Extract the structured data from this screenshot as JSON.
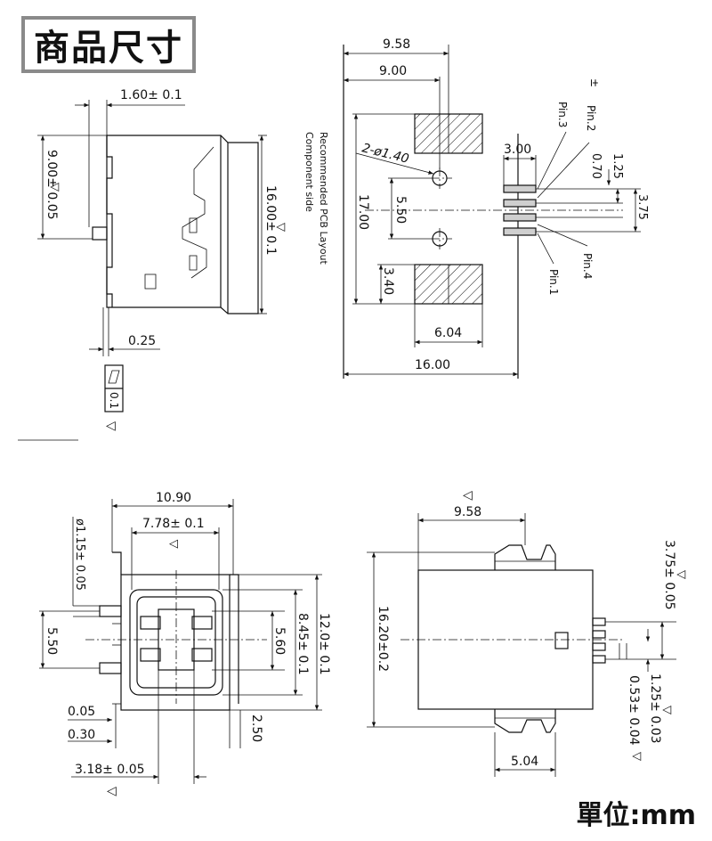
{
  "title": "商品尺寸",
  "unit": "單位:mm",
  "side_view": {
    "dim_top": "1.60± 0.1",
    "dim_height_left": "9.00± 0.05",
    "dim_height_right": "16.00± 0.1",
    "dim_thickness": "0.25",
    "flatness": "0.1"
  },
  "pcb_layout": {
    "label_line1": "Recommended PCB Layout",
    "label_line2": "Component side",
    "dim_total_width": "9.58",
    "dim_hole_span": "9.00",
    "dim_holes": "2-ø1.40",
    "dim_height": "17.00",
    "dim_hole_pitch": "5.50",
    "dim_pad_height": "3.40",
    "dim_pad_width": "6.04",
    "dim_length": "16.00",
    "dim_pin_pad": "3.00",
    "dim_pin_gap": "0.70",
    "dim_pin_pitch": "1.25",
    "dim_pin_span": "3.75",
    "plusminus": "±",
    "pins": [
      "Pin.3",
      "Pin.2",
      "Pin.4",
      "Pin.1"
    ]
  },
  "front_view": {
    "dim_width": "10.90",
    "dim_inner": "7.78± 0.1",
    "dim_pin_dia": "ø1.15± 0.05",
    "dim_left_span": "5.50",
    "dim_opening": "5.60",
    "dim_inner_height": "8.45± 0.1",
    "dim_height": "12.0± 0.1",
    "dim_a": "0.05",
    "dim_b": "0.30",
    "dim_c": "2.50",
    "dim_bottom": "3.18± 0.05"
  },
  "top_view": {
    "dim_width": "9.58",
    "dim_length": "16.20±0.2",
    "dim_pin_span": "3.75± 0.05",
    "dim_pin_pitch": "1.25± 0.03",
    "dim_pin_width": "0.53± 0.04",
    "dim_tab": "5.04"
  }
}
